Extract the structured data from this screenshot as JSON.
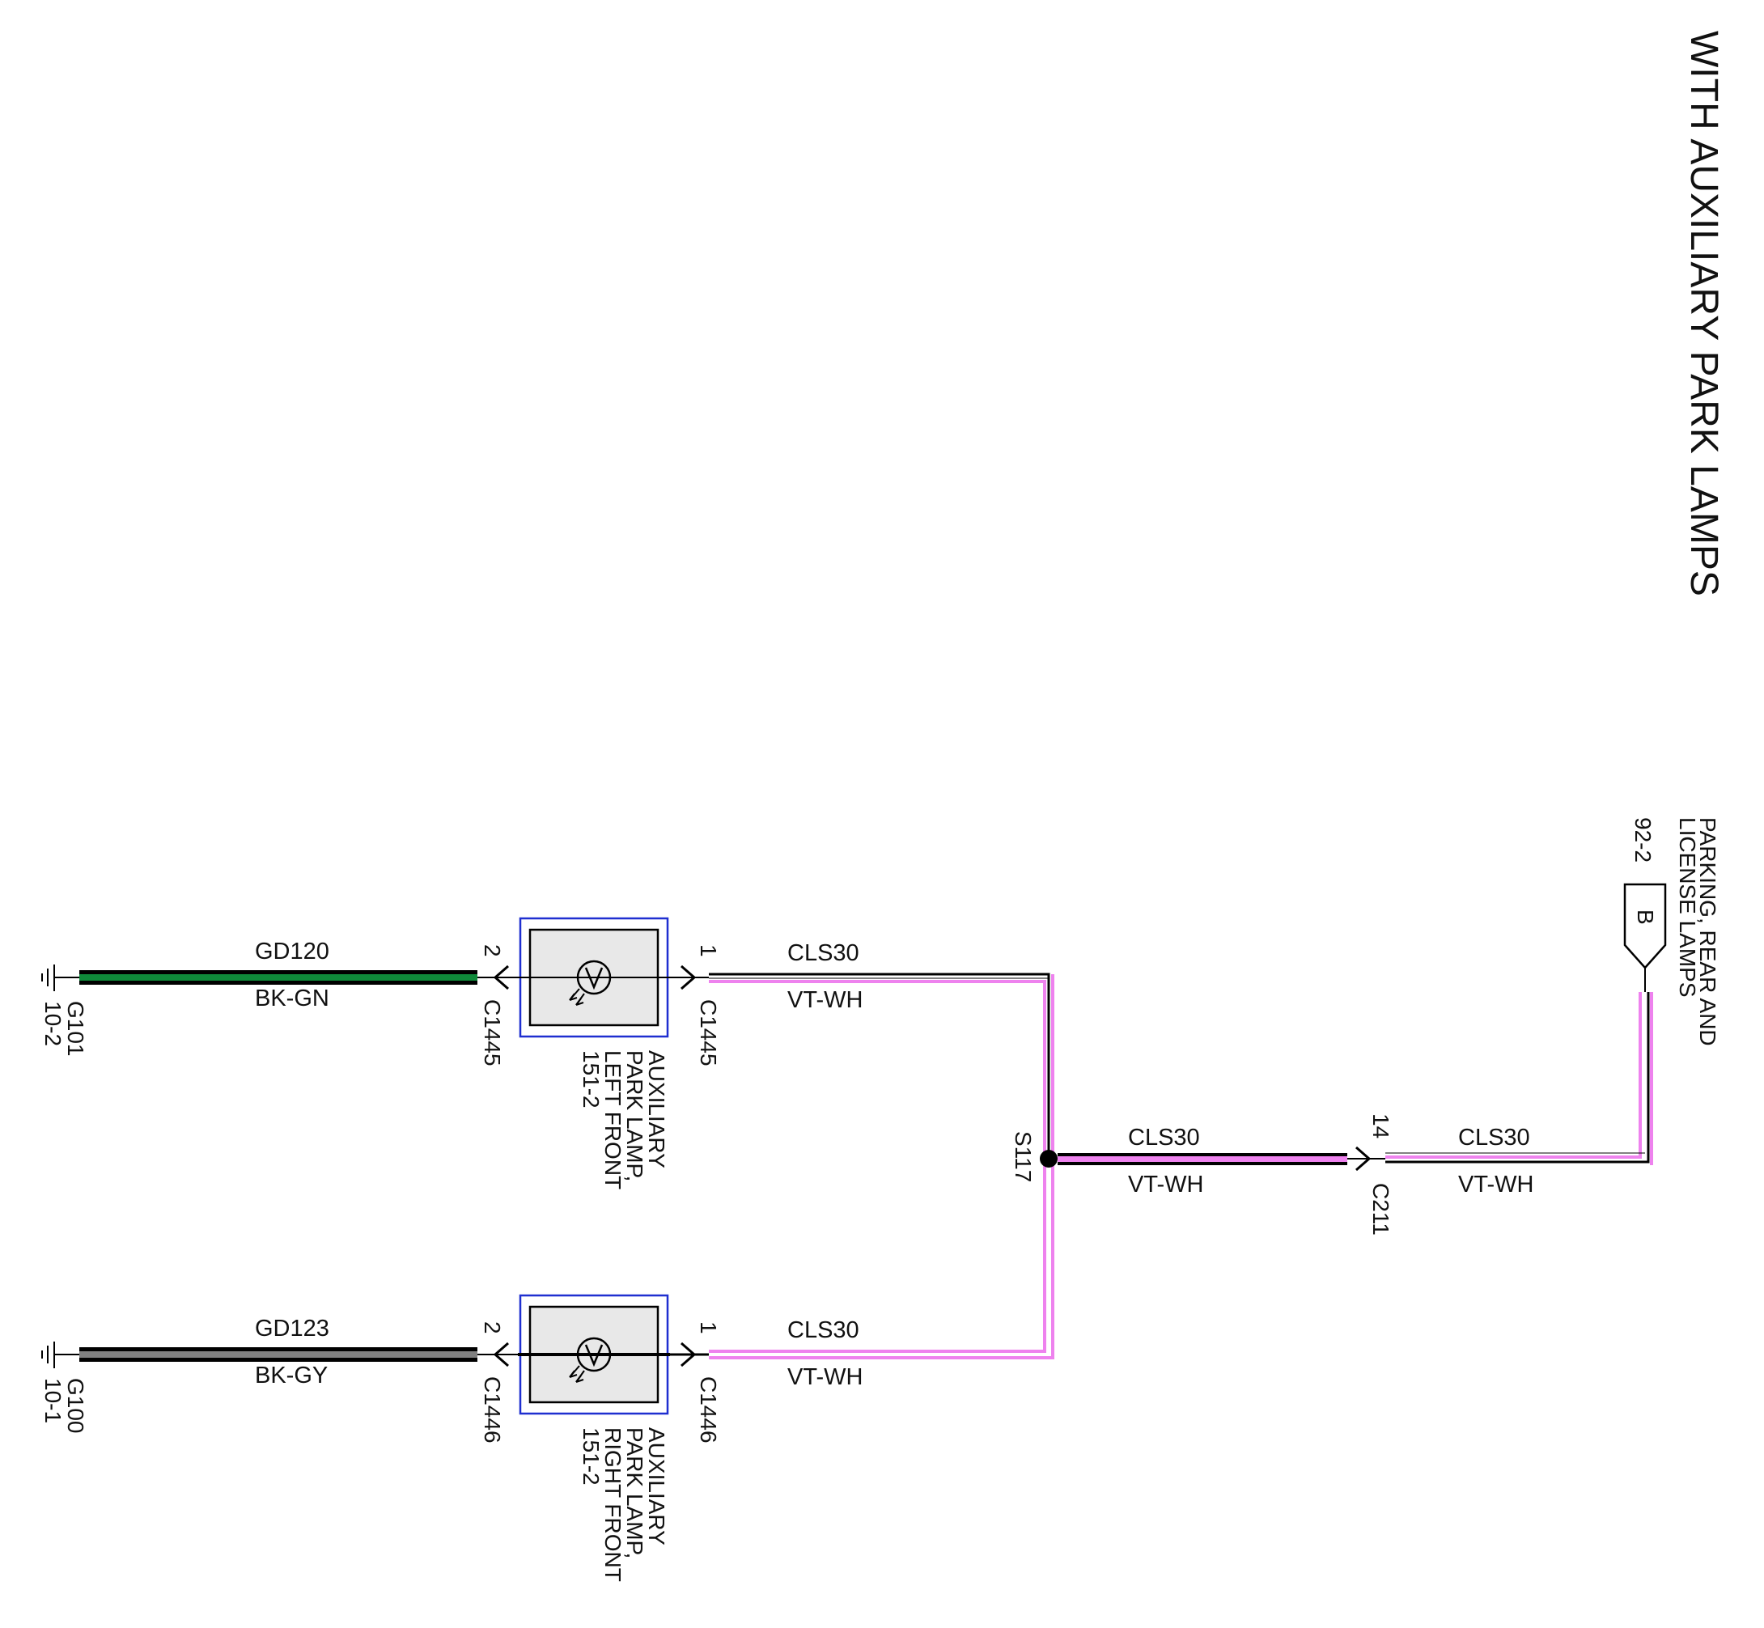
{
  "title": "WITH AUXILIARY PARK LAMPS",
  "colors": {
    "violet_wire": "#ee82ee",
    "green_wire": "#0f8a3a",
    "gray_wire": "#808080",
    "black": "#000000",
    "component_border": "#1f2fd0",
    "component_fill": "#e8e8e8"
  },
  "grounds": {
    "left_front": {
      "name": "G101",
      "ref": "10-2"
    },
    "right_front": {
      "name": "G100",
      "ref": "10-1"
    }
  },
  "wires": {
    "gd120": {
      "circuit": "GD120",
      "color": "BK-GN"
    },
    "gd123": {
      "circuit": "GD123",
      "color": "BK-GY"
    },
    "cls30_left": {
      "circuit": "CLS30",
      "color": "VT-WH"
    },
    "cls30_right": {
      "circuit": "CLS30",
      "color": "VT-WH"
    },
    "cls30_splice": {
      "circuit": "CLS30",
      "color": "VT-WH"
    },
    "cls30_feed": {
      "circuit": "CLS30",
      "color": "VT-WH"
    }
  },
  "connectors": {
    "c1445_pin2": {
      "pin": "2",
      "name": "C1445"
    },
    "c1445_pin1": {
      "pin": "1",
      "name": "C1445"
    },
    "c1446_pin2": {
      "pin": "2",
      "name": "C1446"
    },
    "c1446_pin1": {
      "pin": "1",
      "name": "C1446"
    },
    "c211": {
      "pin": "14",
      "name": "C211"
    }
  },
  "components": {
    "left_front": {
      "line1": "AUXILIARY",
      "line2": "PARK LAMP,",
      "line3": "LEFT FRONT",
      "ref": "151-2"
    },
    "right_front": {
      "line1": "AUXILIARY",
      "line2": "PARK LAMP,",
      "line3": "RIGHT FRONT",
      "ref": "151-2"
    }
  },
  "splice": {
    "name": "S117"
  },
  "reference": {
    "letter": "B",
    "line1": "PARKING, REAR AND",
    "line2": "LICENSE LAMPS",
    "ref": "92-2"
  }
}
